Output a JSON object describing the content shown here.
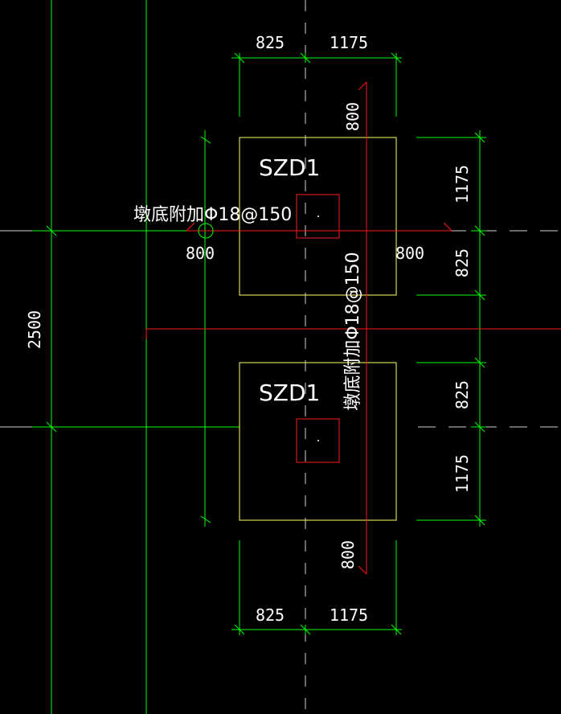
{
  "drawing": {
    "footings": [
      {
        "label": "SZD1"
      },
      {
        "label": "SZD1"
      }
    ],
    "top_dims": [
      "825",
      "1175"
    ],
    "bottom_dims": [
      "825",
      "1175"
    ],
    "right_dims_upper": [
      "1175",
      "825"
    ],
    "right_dims_lower": [
      "825",
      "1175"
    ],
    "left_offset": "800",
    "right_offset": "800",
    "top_offset": "800",
    "bottom_offset": "800",
    "left_total": "2500",
    "rebar_note_horizontal": "墩底附加Φ18@150",
    "rebar_note_vertical": "墩底附加Φ18@150",
    "colors": {
      "background": "#000000",
      "dimension": "#00ff00",
      "outline": "#ffff66",
      "rebar": "#ff1a1a",
      "axis": "#cfcfcf"
    }
  }
}
